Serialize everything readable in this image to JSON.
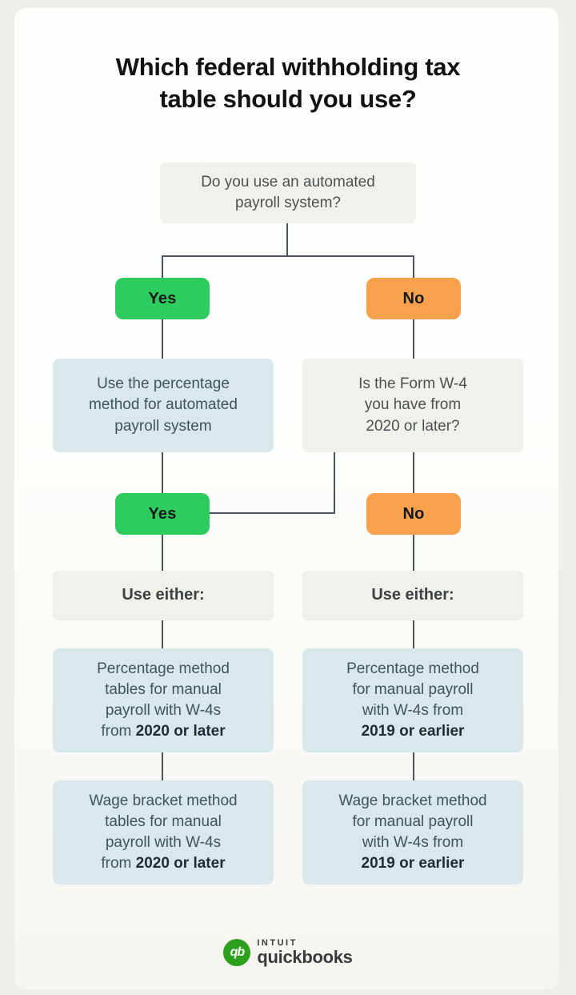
{
  "title": {
    "line1": "Which federal withholding tax",
    "line2": "table should you use?"
  },
  "flowchart": {
    "question1": {
      "line1": "Do you use an automated",
      "line2": "payroll system?"
    },
    "branch1": {
      "yes": "Yes",
      "no": "No"
    },
    "auto_result": {
      "line1": "Use the percentage",
      "line2": "method for automated",
      "line3": "payroll system"
    },
    "question2": {
      "line1": "Is the Form W-4",
      "line2": "you have from",
      "line3": "2020 or later?"
    },
    "branch2": {
      "yes": "Yes",
      "no": "No"
    },
    "left_header": "Use either:",
    "right_header": "Use either:",
    "left_option1": {
      "line1": "Percentage method",
      "line2": "tables for manual",
      "line3": "payroll with W-4s",
      "line4_prefix": "from ",
      "line4_bold": "2020 or later"
    },
    "left_option2": {
      "line1": "Wage bracket method",
      "line2": "tables for manual",
      "line3": "payroll with W-4s",
      "line4_prefix": "from ",
      "line4_bold": "2020 or later"
    },
    "right_option1": {
      "line1": "Percentage method",
      "line2": "for manual payroll",
      "line3": "with W-4s from",
      "line4_bold": "2019 or earlier"
    },
    "right_option2": {
      "line1": "Wage bracket method",
      "line2": "for manual payroll",
      "line3": "with W-4s from",
      "line4_bold": "2019 or earlier"
    }
  },
  "colors": {
    "yes_green": "#2ecc5e",
    "no_orange": "#f7a14c",
    "info_blue": "#d8e8ec",
    "neutral_gray": "#f1f0ea",
    "connector": "#4a5560",
    "brand_green": "#2ca01c"
  },
  "footer": {
    "logo_monogram": "qb",
    "brand_top": "INTUIT",
    "brand_bottom": "quickbooks"
  }
}
